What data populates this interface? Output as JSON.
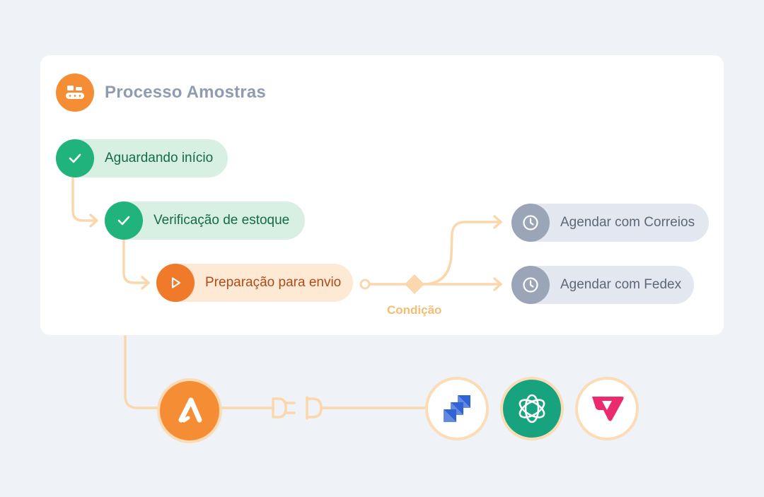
{
  "process": {
    "title": "Processo Amostras",
    "icon": "conveyor-icon"
  },
  "steps": [
    {
      "label": "Aguardando início",
      "status": "done",
      "icon": "check-icon"
    },
    {
      "label": "Verificação de estoque",
      "status": "done",
      "icon": "check-icon"
    },
    {
      "label": "Preparação para envio",
      "status": "active",
      "icon": "play-icon"
    },
    {
      "label": "Agendar com Correios",
      "status": "pending",
      "icon": "clock-icon"
    },
    {
      "label": "Agendar com Fedex",
      "status": "pending",
      "icon": "clock-icon"
    }
  ],
  "condition": {
    "label": "Condição"
  },
  "integrations": [
    {
      "name": "app-logo",
      "icon": "app-logo-icon",
      "color": "#f58d35"
    },
    {
      "name": "jira",
      "icon": "jira-icon",
      "color": "#2f63d6"
    },
    {
      "name": "openai",
      "icon": "openai-icon",
      "color": "#18a37f"
    },
    {
      "name": "vtex",
      "icon": "vtex-icon",
      "color": "#ec2a6e"
    }
  ],
  "colors": {
    "connector": "#fad7ad",
    "done": "#21b37c",
    "active": "#f07a2a",
    "pending": "#9aa5b8"
  }
}
